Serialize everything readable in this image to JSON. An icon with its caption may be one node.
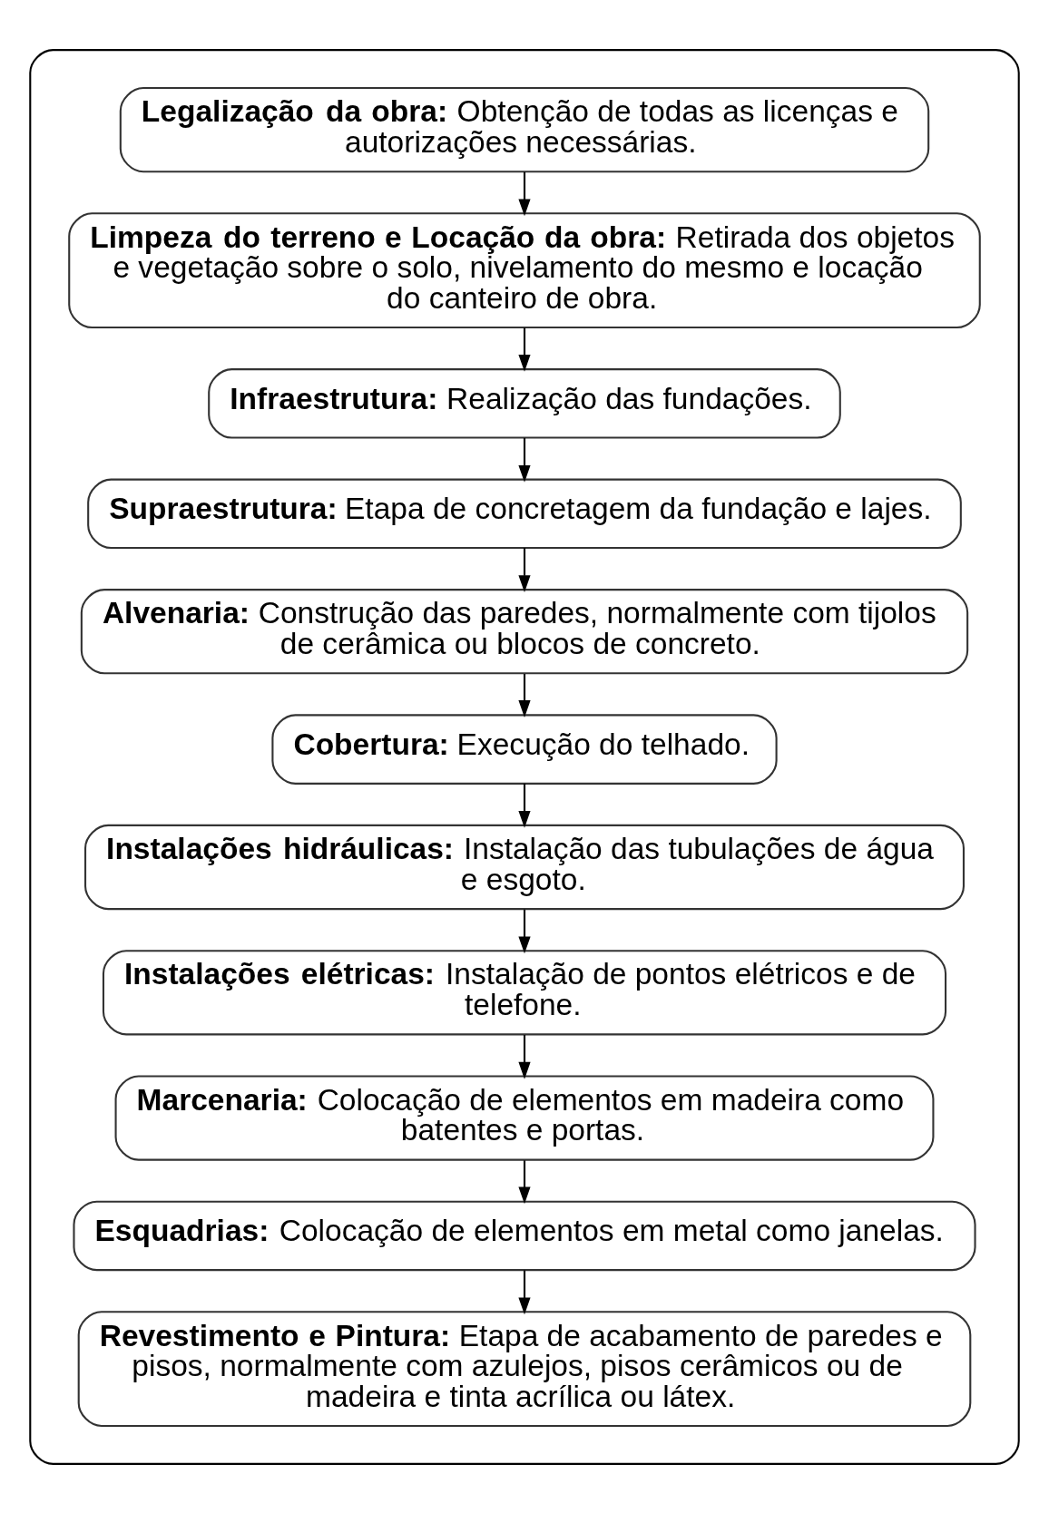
{
  "diagram": {
    "nodes": [
      {
        "text": [],
        "shape": "box"
      },
      {
        "text": [
          "**Legalização da obra:** Obtenção de todas as licenças e autorizações necessárias."
        ],
        "in": 0
      },
      {
        "text": [
          "**Limpeza do terreno e Locação da obra:** Retirada dos objetos e vegetação sobre o solo, nivelamento do mesmo e locação do canteiro de obra."
        ],
        "in": 0
      },
      {
        "text": [
          "**Infraestrutura:** Realização das fundações."
        ],
        "in": 0
      },
      {
        "text": [
          "**Supraestrutura:** Etapa de concretagem da fundação e lajes."
        ],
        "in": 0
      },
      {
        "text": [
          "**Alvenaria:** Construção das paredes, normalmente com tijolos de cerâmica ou blocos de concreto."
        ],
        "in": 0
      },
      {
        "text": [
          "**Cobertura:** Execução do telhado."
        ],
        "in": 0
      },
      {
        "text": [
          "**Instalações hidráulicas:** Instalação das tubulações de água e esgoto."
        ],
        "in": 0
      },
      {
        "text": [
          "**Instalações elétricas:** Instalação de pontos elétricos e de telefone."
        ],
        "in": 0
      },
      {
        "text": [
          "**Marcenaria:** Colocação de elementos em madeira como batentes e portas."
        ],
        "in": 0
      },
      {
        "text": [
          "**Esquadrias:** Colocação de elementos em metal como janelas."
        ],
        "in": 0
      },
      {
        "text": [
          "**Revestimento e Pintura:** Etapa de acabamento de paredes e pisos, normalmente com azulejos, pisos cerâmicos ou de madeira e tinta acrílica ou látex."
        ],
        "in": 0
      }
    ],
    "edges": [
      {
        "from": 1,
        "to": 2,
        "arrow": "to"
      },
      {
        "from": 2,
        "to": 3,
        "arrow": "to"
      },
      {
        "from": 3,
        "to": 4,
        "arrow": "to"
      },
      {
        "from": 4,
        "to": 5,
        "arrow": "to"
      },
      {
        "from": 5,
        "to": 6,
        "arrow": "to"
      },
      {
        "from": 6,
        "to": 7,
        "arrow": "to"
      },
      {
        "from": 7,
        "to": 8,
        "arrow": "to"
      },
      {
        "from": 8,
        "to": 9,
        "arrow": "to"
      },
      {
        "from": 9,
        "to": 10,
        "arrow": "to"
      },
      {
        "from": 10,
        "to": 11,
        "arrow": "to"
      }
    ]
  }
}
